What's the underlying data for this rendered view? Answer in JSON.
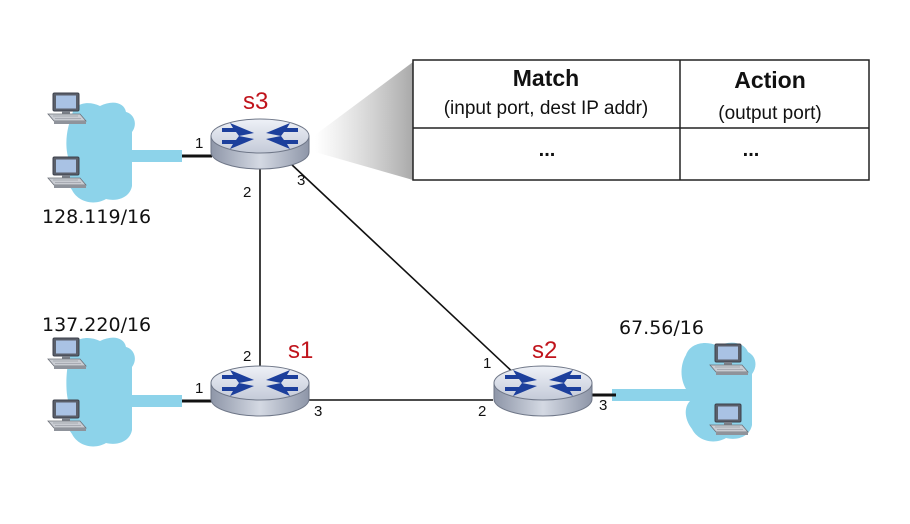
{
  "routers": [
    {
      "id": "s3",
      "label": "s3"
    },
    {
      "id": "s1",
      "label": "s1"
    },
    {
      "id": "s2",
      "label": "s2"
    }
  ],
  "subnets": {
    "s3": "128.119/16",
    "s1": "137.220/16",
    "s2": "67.56/16"
  },
  "ports": {
    "s3_1": "1",
    "s3_2": "2",
    "s3_3": "3",
    "s1_1": "1",
    "s1_2": "2",
    "s1_3": "3",
    "s2_1": "1",
    "s2_2": "2",
    "s2_3": "3"
  },
  "flow_table": {
    "match_header": "Match",
    "match_sub": "(input port, dest IP addr)",
    "action_header": "Action",
    "action_sub": "(output port)",
    "match_value": "...",
    "action_value": "..."
  },
  "colors": {
    "router_label": "#c0141c",
    "cloud": "#8dd3ea",
    "router_body": "#d6dbe6",
    "router_arrows": "#1c3f9c"
  },
  "icons": [
    "router-icon",
    "computer-icon"
  ]
}
